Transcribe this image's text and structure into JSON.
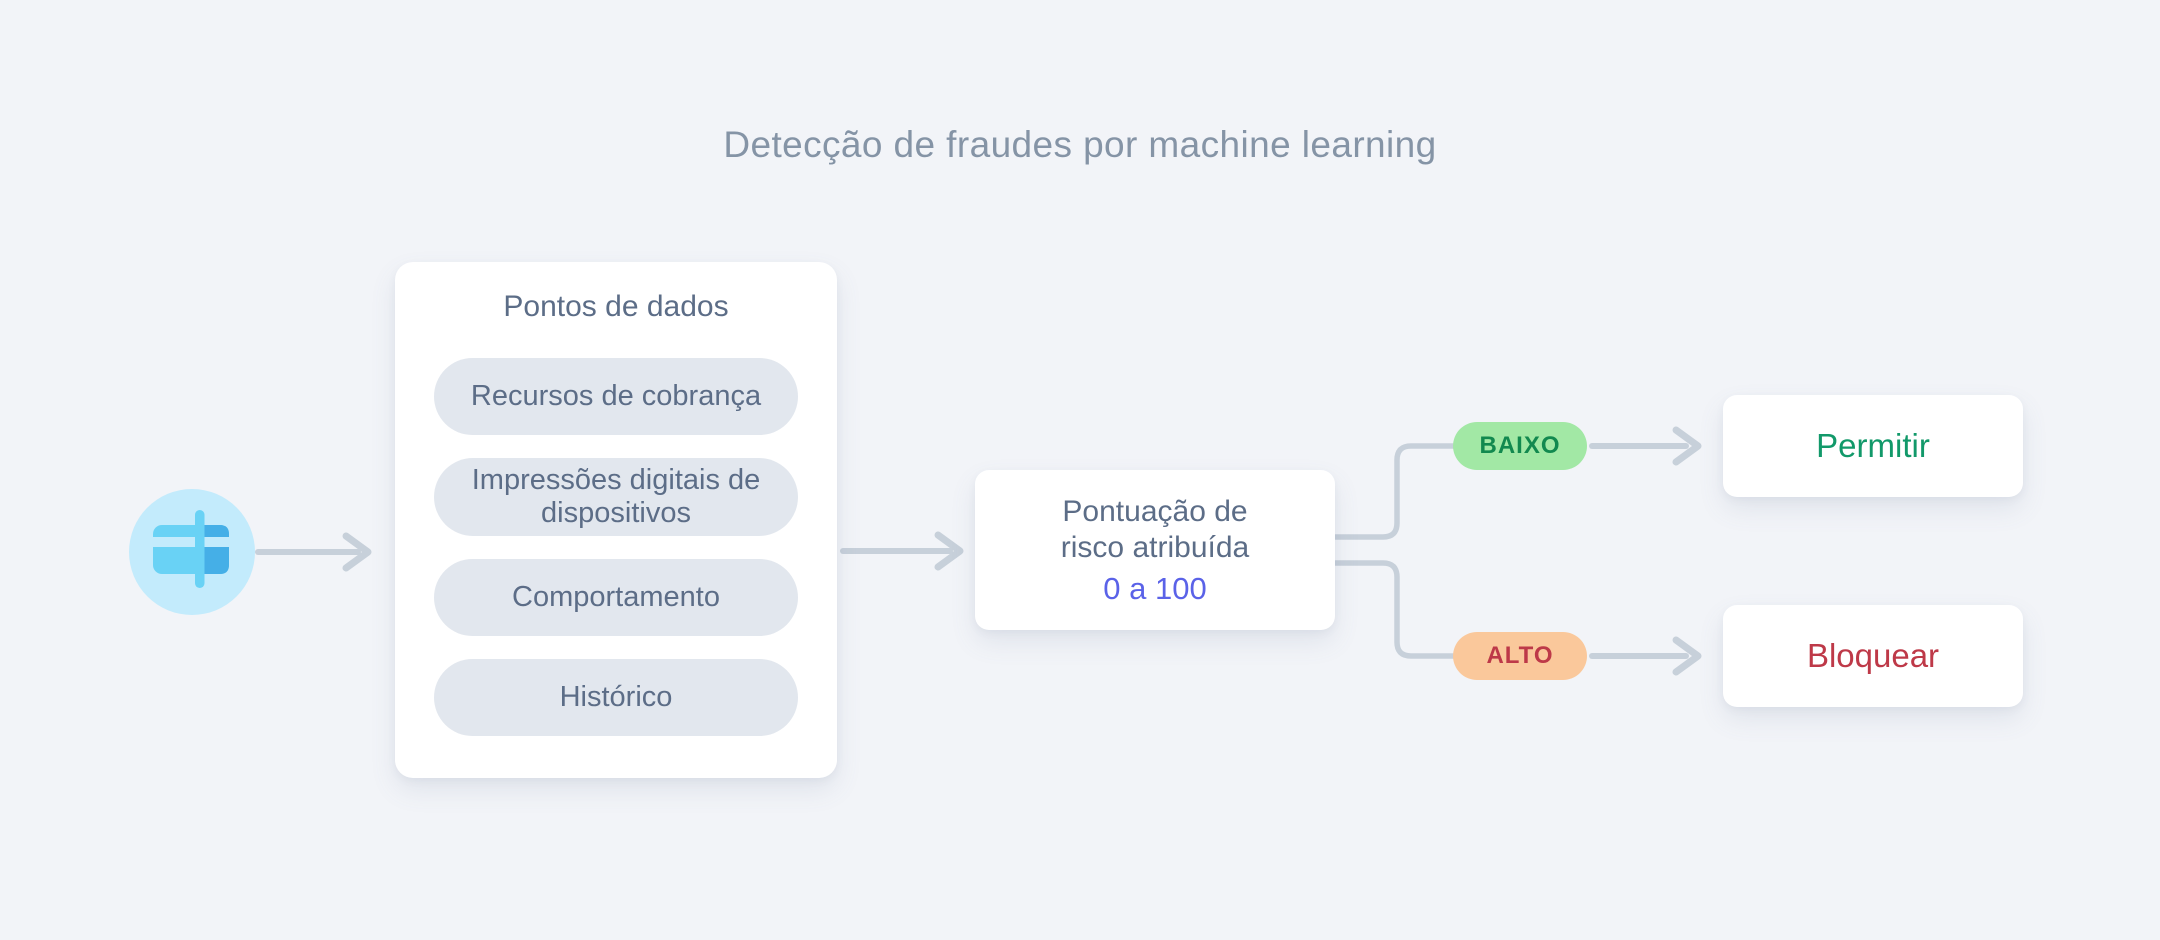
{
  "title": "Detecção de fraudes por machine learning",
  "diagram": {
    "input": {
      "icon": "credit-card-icon"
    },
    "data_points": {
      "title": "Pontos de dados",
      "items": [
        {
          "label": "Recursos de cobrança"
        },
        {
          "label": "Impressões digitais de dispositivos"
        },
        {
          "label": "Comportamento"
        },
        {
          "label": "Histórico"
        }
      ]
    },
    "risk_score": {
      "title_line1": "Pontuação de",
      "title_line2": "risco atribuída",
      "range": "0 a 100"
    },
    "branches": [
      {
        "level": "BAIXO",
        "action": "Permitir"
      },
      {
        "level": "ALTO",
        "action": "Bloquear"
      }
    ]
  },
  "colors": {
    "background": "#F2F4F8",
    "title_text": "#8594A6",
    "body_text": "#5C6D87",
    "pill_bg": "#E2E7EE",
    "connector": "#C7D0DA",
    "range_text": "#5A62E8",
    "low_badge_bg": "#A2E8A5",
    "low_badge_text": "#12894F",
    "allow_text": "#12996A",
    "high_badge_bg": "#FAC89B",
    "high_badge_text": "#BD3948",
    "block_text": "#BE3948",
    "icon_circle_bg": "#C3EBFC",
    "icon_card_light": "#69D2F5",
    "icon_card_dark": "#45AFE7"
  }
}
